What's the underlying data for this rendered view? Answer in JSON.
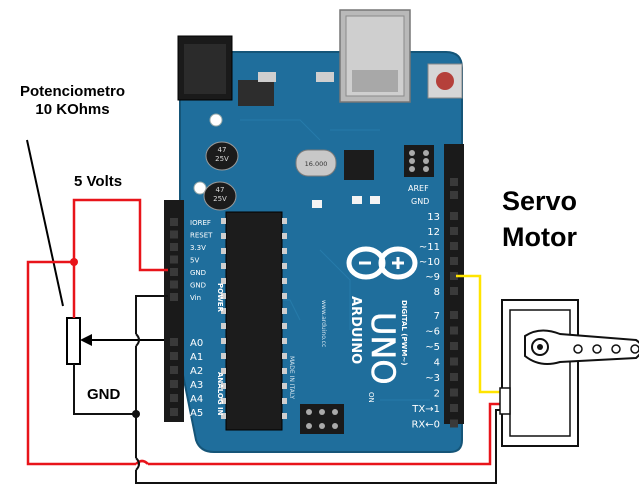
{
  "labels": {
    "potentiometer_title": "Potenciometro",
    "potentiometer_value": "10 KOhms",
    "supply": "5 Volts",
    "ground": "GND",
    "servo_line1": "Servo",
    "servo_line2": "Motor"
  },
  "board": {
    "name": "ARDUINO",
    "model": "UNO",
    "on_label": "ON",
    "aref": "AREF",
    "gnd": "GND",
    "digital_pins": [
      "13",
      "12",
      "~11",
      "~10",
      "~9",
      "8",
      "7",
      "~6",
      "~5",
      "4",
      "~3",
      "2",
      "TX→1",
      "RX←0"
    ],
    "digital_section": "DIGITAL (PWM~)",
    "power_pins": [
      "IOREF",
      "RESET",
      "3.3V",
      "5V",
      "GND",
      "GND",
      "Vin"
    ],
    "power_section": "POWER",
    "analog_pins": [
      "A0",
      "A1",
      "A2",
      "A3",
      "A4",
      "A5"
    ],
    "analog_section": "ANALOG IN",
    "capacitor_text": [
      "47",
      "25V"
    ],
    "crystal_text": "16.000",
    "made_in": "MADE IN ITALY",
    "website": "www.arduino.cc"
  },
  "colors": {
    "board": "#1f6e9c",
    "board_dark": "#155578",
    "wire_5v": "#e8141a",
    "wire_gnd": "#111111",
    "wire_signal": "#ffe400",
    "servo_body": "#ffffff"
  }
}
